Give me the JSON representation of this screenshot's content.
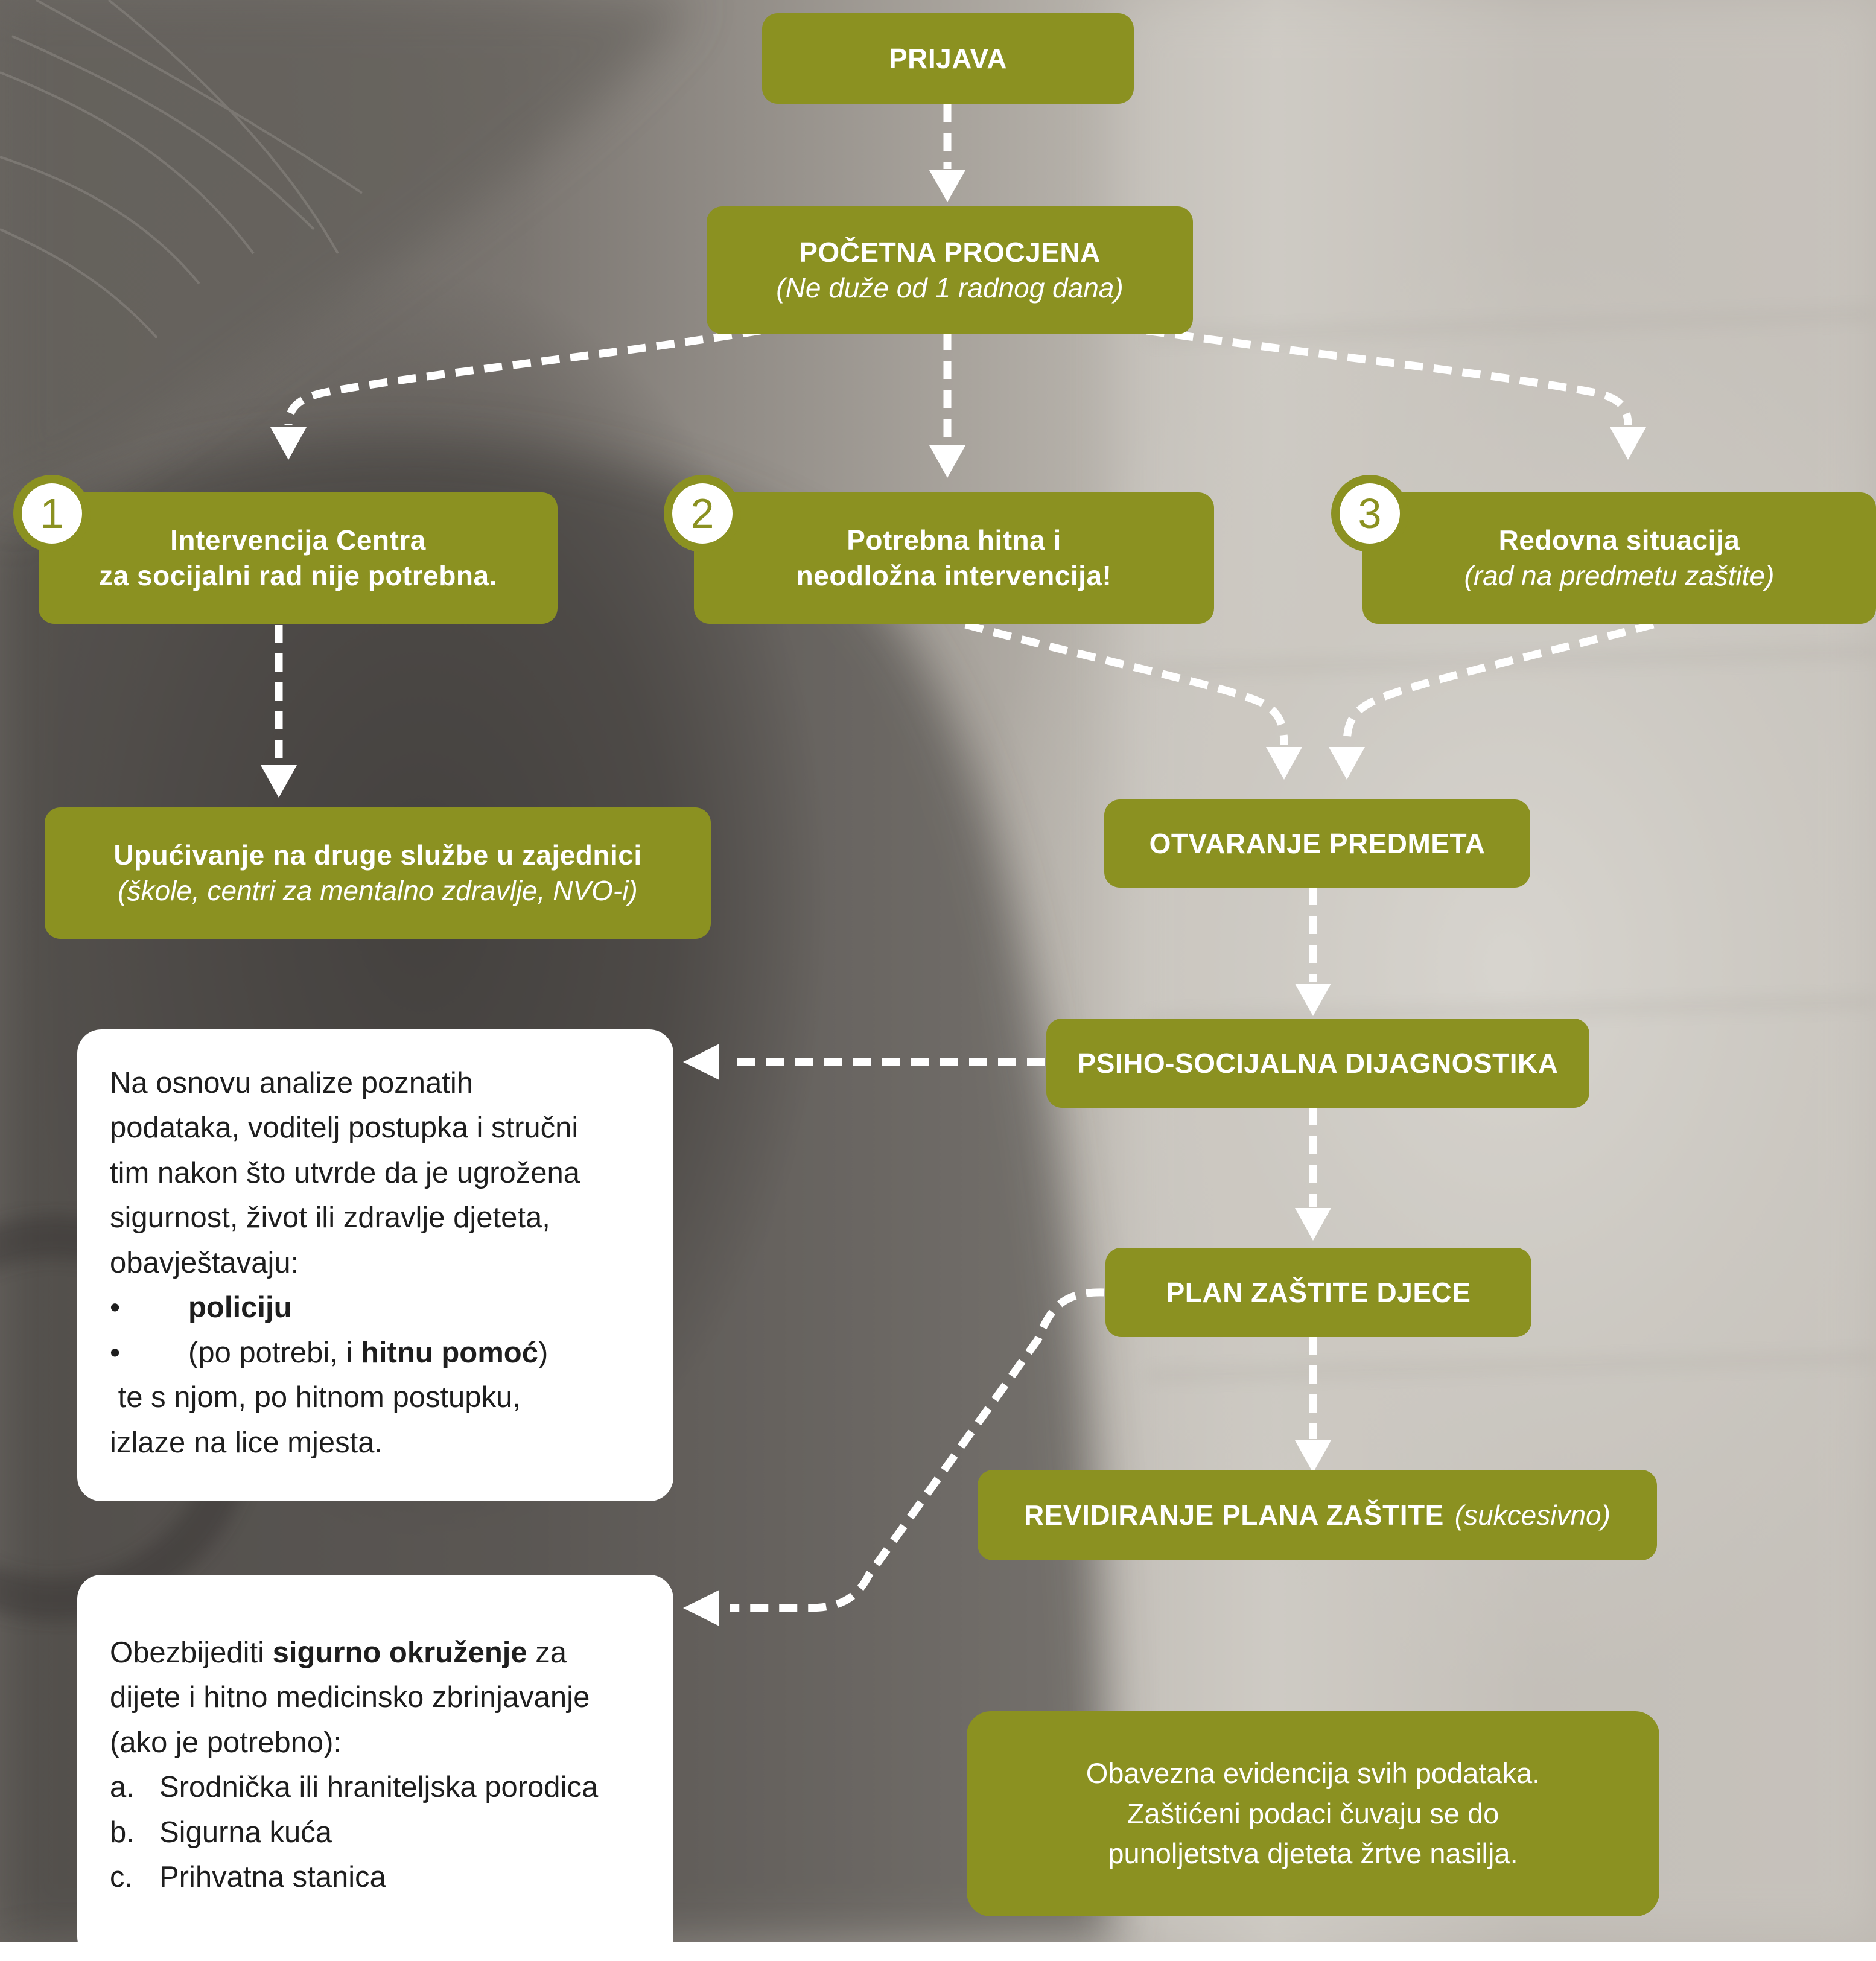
{
  "colors": {
    "box_green": "#8b9121",
    "connector": "#ffffff",
    "note_text": "#1e1e1e"
  },
  "steps": {
    "prijava": "PRIJAVA",
    "pocetna_title": "POČETNA PROCJENA",
    "pocetna_sub": "(Ne duže od 1 radnog dana)",
    "opt1_number": "1",
    "opt1_line1": "Intervencija Centra",
    "opt1_line2": "za socijalni rad nije potrebna.",
    "opt2_number": "2",
    "opt2_line1": "Potrebna hitna i",
    "opt2_line2": "neodložna intervencija!",
    "opt3_number": "3",
    "opt3_title": "Redovna situacija",
    "opt3_sub": "(rad na predmetu zaštite)",
    "upucivanje_title": "Upućivanje na druge službe u zajednici",
    "upucivanje_sub": "(škole, centri za mentalno zdravlje, NVO-i)",
    "otvaranje": "OTVARANJE PREDMETA",
    "psiho": "PSIHO-SOCIJALNA DIJAGNOSTIKA",
    "plan": "PLAN ZAŠTITE DJECE",
    "revidiranje_title": "REVIDIRANJE PLANA ZAŠTITE",
    "revidiranje_sub": "(sukcesivno)"
  },
  "note_police": {
    "line1": "Na osnovu analize poznatih",
    "line2": "podataka, voditelj postupka i stručni",
    "line3": "tim nakon što utvrde da je ugrožena",
    "line4": "sigurnost, život ili zdravlje djeteta,",
    "line5": "obavještavaju:",
    "bullet_char": "•",
    "bullet1": "policiju",
    "bullet2_pre": "(po potrebi, i ",
    "bullet2_bold": "hitnu pomoć",
    "bullet2_post": ")",
    "line6": " te s njom, po hitnom postupku,",
    "line7": "izlaze na lice mjesta."
  },
  "note_safe": {
    "line1_pre": "Obezbijediti ",
    "line1_bold": "sigurno okruženje",
    "line1_post": " za",
    "line2": "dijete i hitno medicinsko zbrinjavanje",
    "line3": "(ako je potrebno):",
    "items": [
      {
        "marker": "a.",
        "text": "Srodnička ili hraniteljska porodica"
      },
      {
        "marker": "b.",
        "text": "Sigurna kuća"
      },
      {
        "marker": "c.",
        "text": "Prihvatna stanica"
      }
    ]
  },
  "note_record": {
    "line1": "Obavezna evidencija svih podataka.",
    "line2": "Zaštićeni podaci čuvaju se do",
    "line3": "punoljetstva djeteta žrtve nasilja."
  }
}
